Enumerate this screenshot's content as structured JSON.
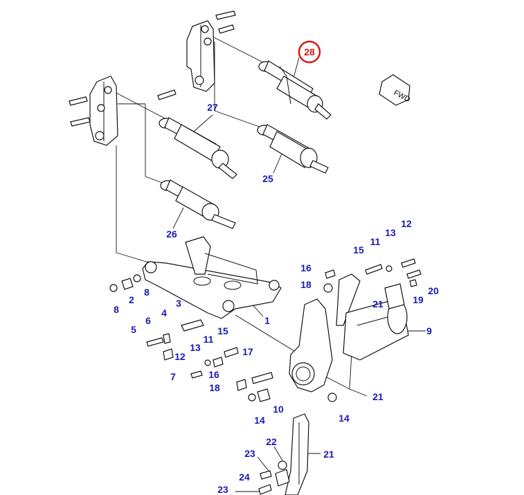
{
  "diagram": {
    "highlighted_callout": "28",
    "highlight_color": "#d81818",
    "label_color": "#1a1ab0",
    "direction_marker": "FWD",
    "callouts": [
      "28",
      "27",
      "25",
      "26",
      "16",
      "18",
      "15",
      "11",
      "13",
      "12",
      "8",
      "2",
      "8",
      "3",
      "1",
      "4",
      "6",
      "5",
      "21",
      "9",
      "19",
      "20",
      "15",
      "11",
      "13",
      "12",
      "16",
      "7",
      "18",
      "17",
      "14",
      "10",
      "14",
      "21",
      "22",
      "21",
      "23",
      "24",
      "23"
    ]
  }
}
